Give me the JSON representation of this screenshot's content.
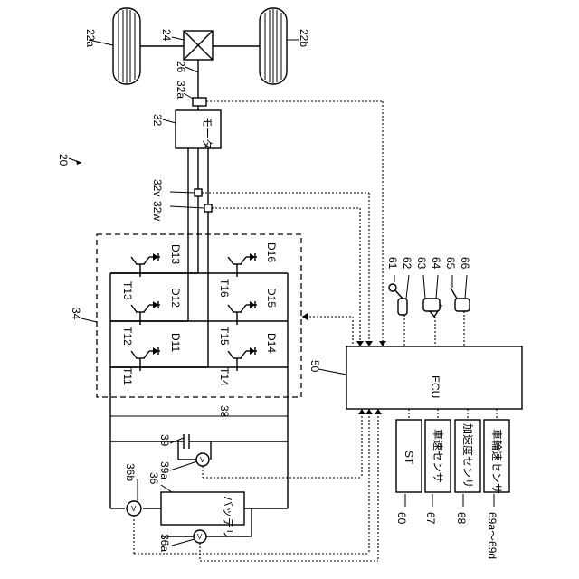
{
  "labels": {
    "system": "20",
    "wheel_left": "22a",
    "wheel_right": "22b",
    "gear": "24",
    "shaft": "26",
    "motor_ref": "32",
    "motor_name": "モータ",
    "rotation_sensor": "32a",
    "current_sensor_v": "32v",
    "current_sensor_w": "32w",
    "inverter": "34",
    "battery": "36",
    "battery_name": "バッテリ",
    "battery_current_sensor": "36a",
    "battery_voltage_sensor": "36b",
    "power_line": "38",
    "capacitor": "39",
    "capacitor_voltage_sensor": "39a",
    "ecu_ref": "50",
    "ecu_name": "ECU",
    "start_switch_ref": "60",
    "start_switch_name": "ST",
    "shift_lever": "61",
    "shift_sensor": "62",
    "accelerator_pedal": "63",
    "accelerator_sensor": "64",
    "brake_pedal": "65",
    "brake_sensor": "66",
    "vehicle_speed_sensor_ref": "67",
    "vehicle_speed_sensor_name": "車速センサ",
    "acceleration_sensor_ref": "68",
    "acceleration_sensor_name": "加速度センサ",
    "wheel_speed_sensor_ref": "69a〜69d",
    "wheel_speed_sensor_name": "車輪速センサ"
  },
  "switches": [
    {
      "transistor": "T13",
      "diode": "D13"
    },
    {
      "transistor": "T12",
      "diode": "D12"
    },
    {
      "transistor": "T11",
      "diode": "D11"
    },
    {
      "transistor": "T16",
      "diode": "D16"
    },
    {
      "transistor": "T15",
      "diode": "D15"
    },
    {
      "transistor": "T14",
      "diode": "D14"
    }
  ],
  "sensor_symbol": "V"
}
